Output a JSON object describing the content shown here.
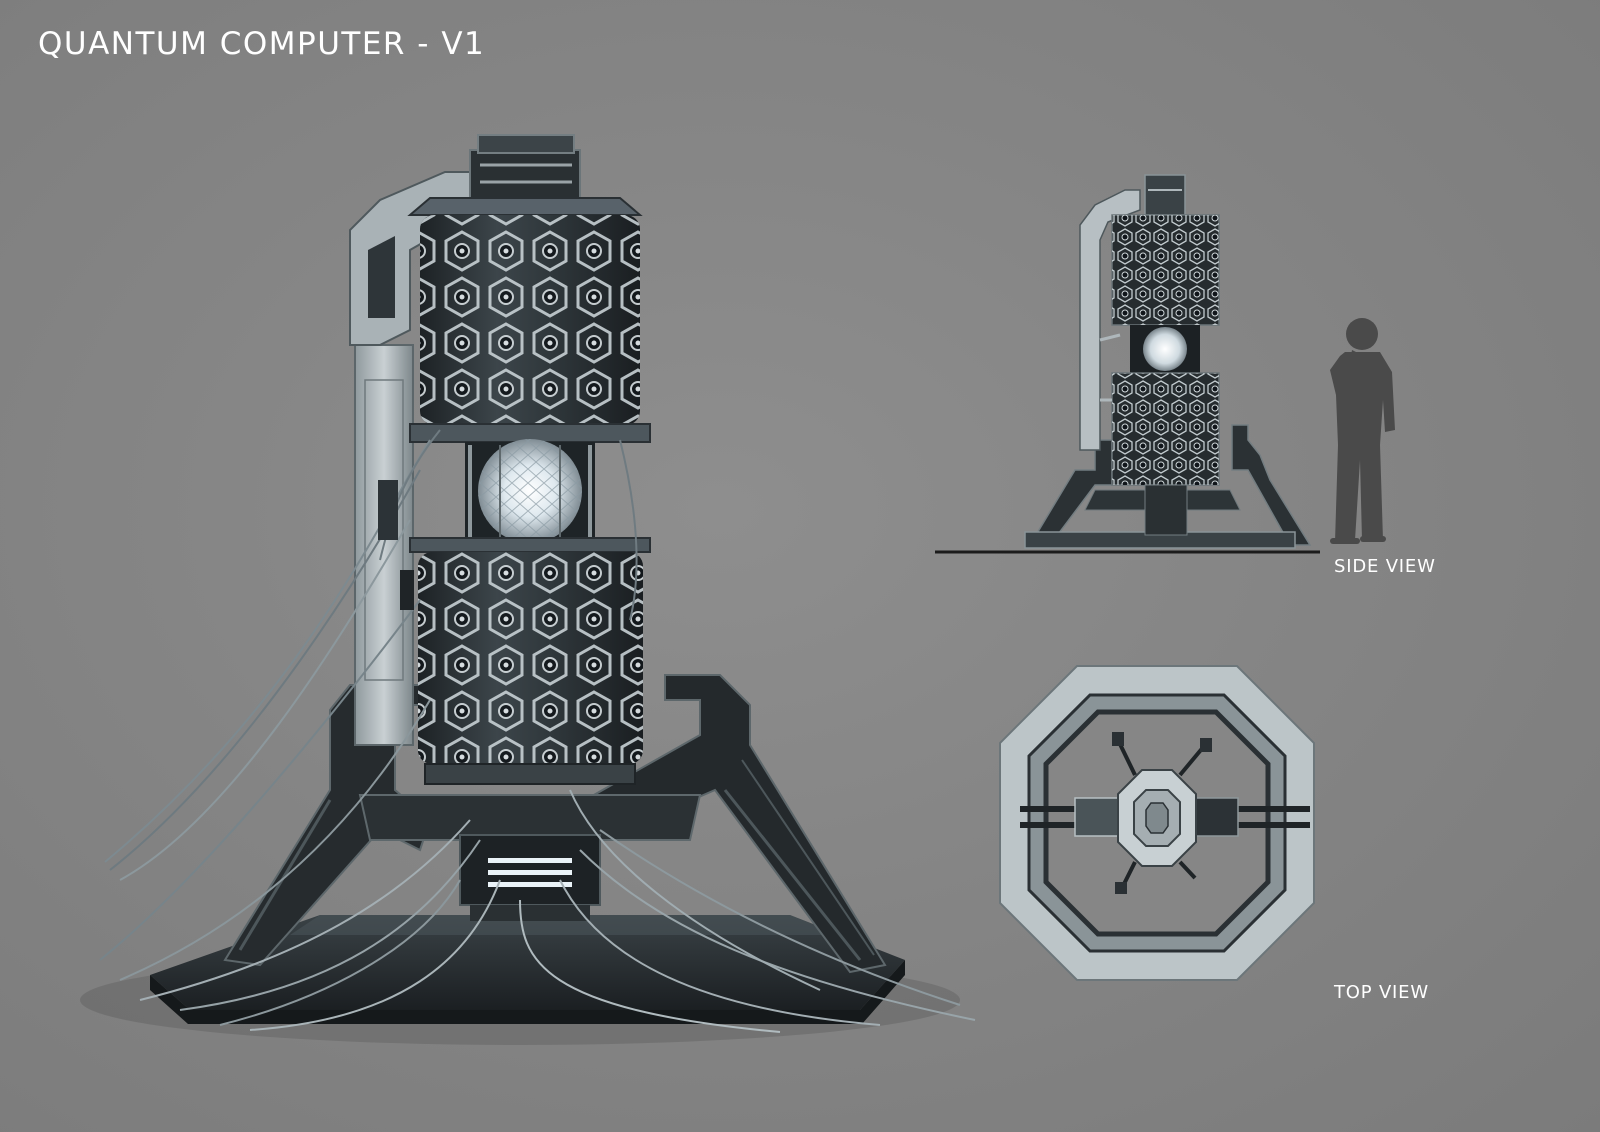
{
  "title": "QUANTUM COMPUTER - V1",
  "labels": {
    "side_view": "SIDE VIEW",
    "top_view": "TOP VIEW"
  },
  "colors": {
    "background": "#868686",
    "metal_dark": "#2c3236",
    "metal_light": "#b9c1c4",
    "core_glow": "#eef6fb"
  }
}
